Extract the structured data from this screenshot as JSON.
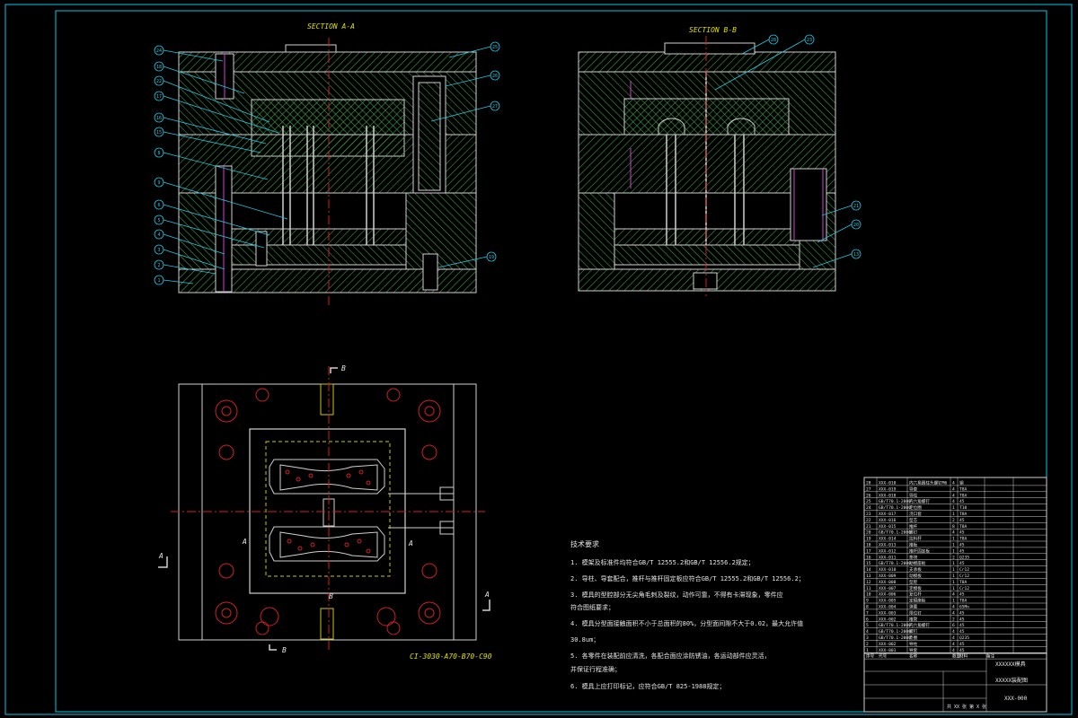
{
  "drawing": {
    "section_aa_title": "SECTION A-A",
    "section_bb_title": "SECTION B-B",
    "mold_base_spec": "CI-3030-A70-B70-C90",
    "cut_labels": {
      "b_top": "B",
      "b_bottom": "B",
      "a_left": "A",
      "a_right": "A",
      "a_inner_left": "A",
      "a_inner_right": "A",
      "b_inner": "B"
    },
    "balloons_aa": [
      "24",
      "18",
      "22",
      "17",
      "16",
      "15",
      "8",
      "9",
      "6",
      "5",
      "4",
      "3",
      "2",
      "1",
      "25",
      "26",
      "27",
      "19"
    ],
    "balloons_bb": [
      "28",
      "23",
      "21",
      "20",
      "13"
    ]
  },
  "notes": {
    "heading": "技术要求",
    "lines": [
      "1. 模架及标准件均符合GB/T 12555.2和GB/T 12556.2规定；",
      "2. 导柱、导套配合，推杆与推杆固定板应符合GB/T 12555.2和GB/T 12556.2；",
      "3. 模具的型腔部分无尖角毛刺及裂纹，动作可靠，不得有卡滞现象，零件应",
      "   符合图纸要求；",
      "4. 模具分型面接触面积不小于总面积的80%，分型面间隙不大于0.02，最大允许值",
      "   30.8um；",
      "5. 各零件在装配前应清洗，各配合面应涂防锈油，各运动部件应灵活，",
      "   并保证行程准确；",
      "6. 模具上应打印标记，应符合GB/T 825-1988规定；"
    ]
  },
  "title_block": {
    "rows": [
      [
        "28",
        "XXX-010",
        "内六角圆柱头螺钉M6",
        "4",
        "钢",
        ""
      ],
      [
        "27",
        "XXX-019",
        "导套",
        "4",
        "T8A",
        ""
      ],
      [
        "26",
        "XXX-018",
        "导柱",
        "4",
        "T8A",
        ""
      ],
      [
        "25",
        "GB/T70.1-2000",
        "内六角螺钉",
        "4",
        "45",
        ""
      ],
      [
        "24",
        "GB/T70.1-2000",
        "定位圈",
        "1",
        "T10",
        ""
      ],
      [
        "23",
        "XXX-017",
        "浇口套",
        "1",
        "T8A",
        ""
      ],
      [
        "22",
        "XXX-016",
        "型芯",
        "2",
        "45",
        ""
      ],
      [
        "21",
        "XXX-015",
        "推杆",
        "8",
        "T8A",
        ""
      ],
      [
        "20",
        "GB/T70.1-2000",
        "螺钉",
        "4",
        "45",
        ""
      ],
      [
        "19",
        "XXX-014",
        "拉料杆",
        "1",
        "T8A",
        ""
      ],
      [
        "18",
        "XXX-013",
        "推板",
        "1",
        "45",
        ""
      ],
      [
        "17",
        "XXX-012",
        "推杆固定板",
        "1",
        "45",
        ""
      ],
      [
        "16",
        "XXX-011",
        "垫块",
        "2",
        "Q235",
        ""
      ],
      [
        "15",
        "GB/T70.1-2000",
        "动模座板",
        "1",
        "45",
        ""
      ],
      [
        "14",
        "XXX-010",
        "支承板",
        "1",
        "Cr12",
        ""
      ],
      [
        "13",
        "XXX-009",
        "动模板",
        "1",
        "Cr12",
        ""
      ],
      [
        "12",
        "XXX-008",
        "型腔",
        "1",
        "T8A",
        ""
      ],
      [
        "11",
        "XXX-007",
        "定模板",
        "1",
        "Cr12",
        ""
      ],
      [
        "10",
        "XXX-006",
        "复位杆",
        "4",
        "45",
        ""
      ],
      [
        "9",
        "XXX-005",
        "定模座板",
        "1",
        "T8A",
        ""
      ],
      [
        "8",
        "XXX-004",
        "弹簧",
        "4",
        "65Mn",
        ""
      ],
      [
        "7",
        "XXX-003",
        "限位钉",
        "4",
        "45",
        ""
      ],
      [
        "6",
        "XXX-002",
        "推管",
        "2",
        "45",
        ""
      ],
      [
        "5",
        "GB/T70.1-2000",
        "内六角螺钉",
        "6",
        "45",
        ""
      ],
      [
        "4",
        "GB/T70.1-2000",
        "螺钉",
        "4",
        "45",
        ""
      ],
      [
        "3",
        "GB/T70.1-2000",
        "垫圈",
        "4",
        "Q235",
        ""
      ],
      [
        "2",
        "XXX-002",
        "导柱",
        "4",
        "45",
        ""
      ],
      [
        "1",
        "XXX-001",
        "导套",
        "4",
        "45",
        ""
      ]
    ],
    "header_row": [
      "序号",
      "代号",
      "名称",
      "数量",
      "材料",
      "备注"
    ],
    "project_title": "XXXXXX模具",
    "drawing_number": "XXX-000",
    "drawing_title": "XXXXX装配图",
    "scale_row": "共 XX 张 第 X 张"
  },
  "colors": {
    "border": "#00c8e6",
    "hatch": "#3fa044",
    "outline": "#d0d0d0",
    "leader": "#22c8e0",
    "centerline": "#d02020",
    "hidden": "#c8c800",
    "text": "#e6e6e6",
    "magenta": "#d040d0",
    "title_line": "#e0e000"
  }
}
